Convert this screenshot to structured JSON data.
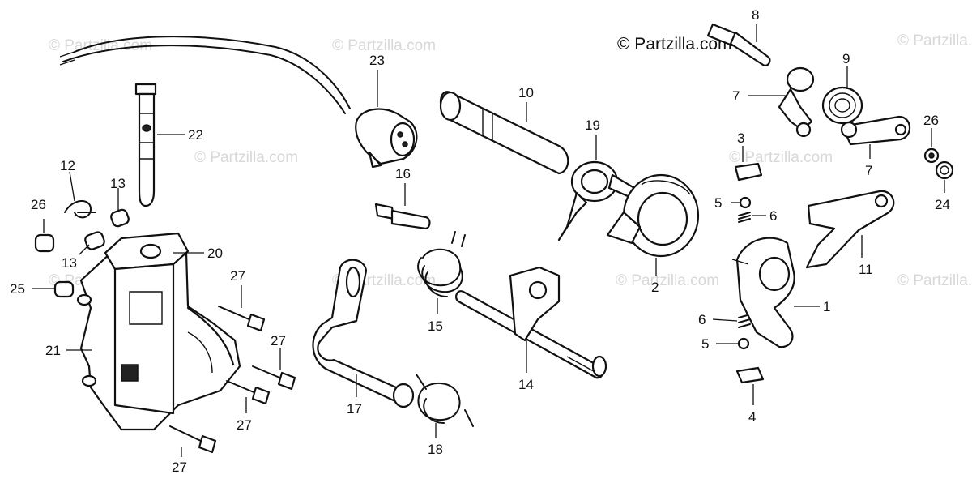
{
  "brand": "© Partzilla.com",
  "watermarks": [
    "© Partzilla.com",
    "© Partzilla.com",
    "© Partzilla.com",
    "© Partzilla.com",
    "© Partzilla.com",
    "© Partzilla.com",
    "© Partzilla.com",
    "© Partzilla.com",
    "© Partzilla.com"
  ],
  "callouts": [
    "1",
    "2",
    "3",
    "4",
    "5",
    "5",
    "6",
    "6",
    "7",
    "7",
    "8",
    "9",
    "10",
    "11",
    "12",
    "13",
    "13",
    "14",
    "15",
    "16",
    "17",
    "18",
    "19",
    "20",
    "21",
    "22",
    "23",
    "24",
    "25",
    "26",
    "26",
    "27",
    "27",
    "27",
    "27"
  ]
}
